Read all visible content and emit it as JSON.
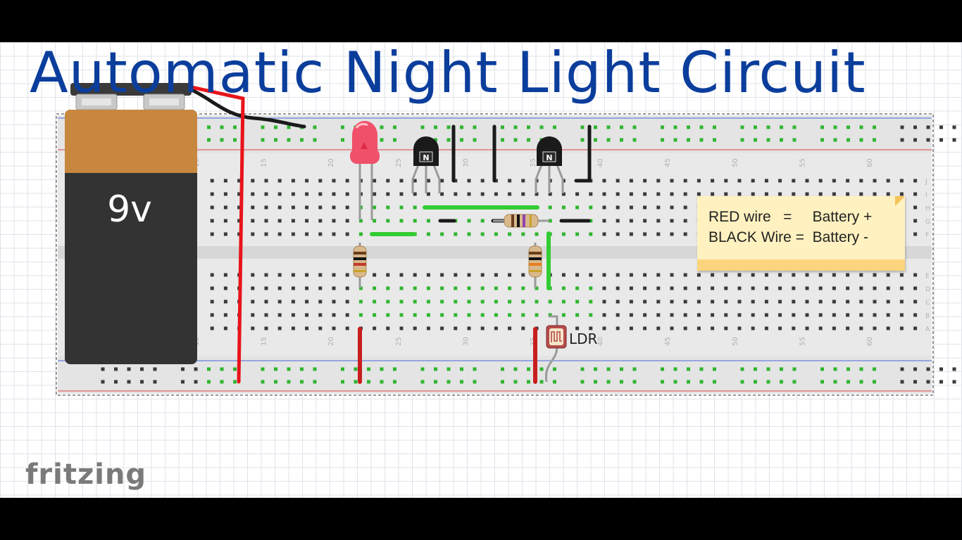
{
  "title": "Automatic Night Light Circuit",
  "battery": {
    "label": "9v"
  },
  "note": {
    "line1": "RED wire   =     Battery +",
    "line2": "BLACK Wire =  Battery -"
  },
  "components": {
    "ldr_label": "LDR",
    "transistor_mark": "N"
  },
  "breadboard": {
    "column_numbers": [
      "10",
      "15",
      "20",
      "25",
      "30",
      "35",
      "40",
      "45",
      "50",
      "55",
      "60"
    ],
    "row_letters_top": [
      "J",
      "I",
      "H",
      "G",
      "F"
    ],
    "row_letters_bottom": [
      "E",
      "D",
      "C",
      "B",
      "A"
    ]
  },
  "logo": "fritzing",
  "colors": {
    "title": "#0b3e9c",
    "red_wire": "#e8141a",
    "black_wire": "#1a1a1a",
    "green_jumper": "#33cc33",
    "battery_top": "#c8873f",
    "battery_body": "#333333",
    "note_bg": "#fff1c0",
    "board": "#e6e6e6"
  }
}
